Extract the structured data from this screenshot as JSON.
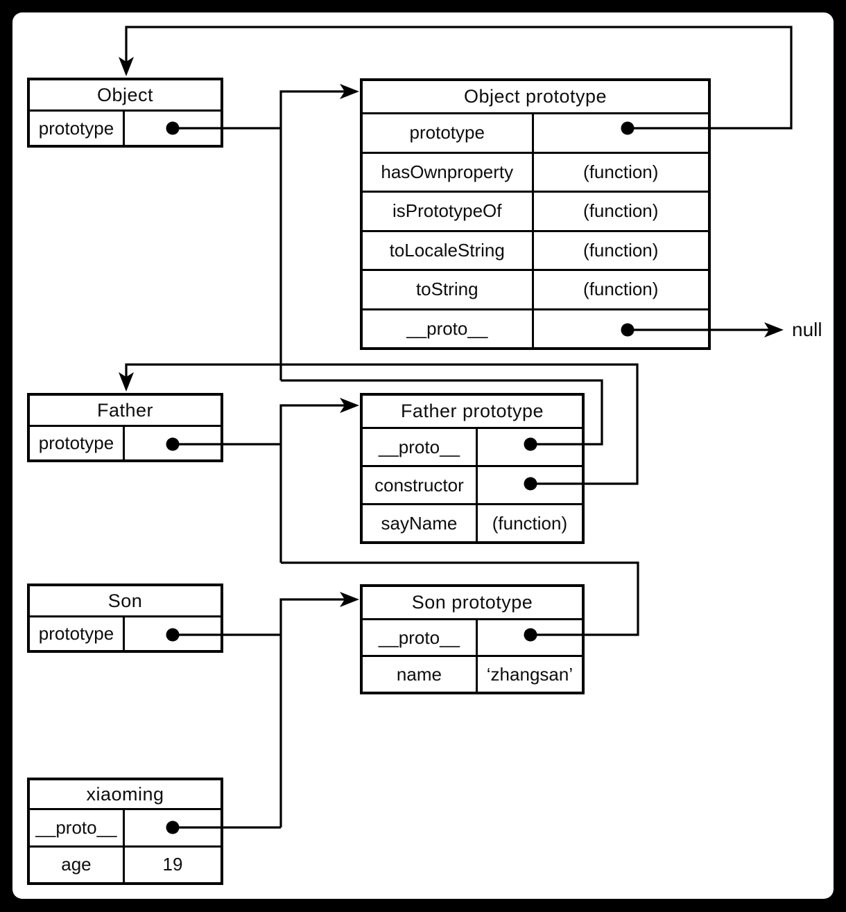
{
  "colors": {
    "background": "#000000",
    "panel": "#ffffff",
    "line": "#000000"
  },
  "null_label": "null",
  "boxes": {
    "object": {
      "title": "Object",
      "rows": [
        {
          "key": "prototype",
          "value": ""
        }
      ]
    },
    "object_prototype": {
      "title": "Object prototype",
      "rows": [
        {
          "key": "prototype",
          "value": ""
        },
        {
          "key": "hasOwnproperty",
          "value": "(function)"
        },
        {
          "key": "isPrototypeOf",
          "value": "(function)"
        },
        {
          "key": "toLocaleString",
          "value": "(function)"
        },
        {
          "key": "toString",
          "value": "(function)"
        },
        {
          "key": "__proto__",
          "value": ""
        }
      ]
    },
    "father": {
      "title": "Father",
      "rows": [
        {
          "key": "prototype",
          "value": ""
        }
      ]
    },
    "father_prototype": {
      "title": "Father prototype",
      "rows": [
        {
          "key": "__proto__",
          "value": ""
        },
        {
          "key": "constructor",
          "value": ""
        },
        {
          "key": "sayName",
          "value": "(function)"
        }
      ]
    },
    "son": {
      "title": "Son",
      "rows": [
        {
          "key": "prototype",
          "value": ""
        }
      ]
    },
    "son_prototype": {
      "title": "Son prototype",
      "rows": [
        {
          "key": "__proto__",
          "value": ""
        },
        {
          "key": "name",
          "value": "‘zhangsan’"
        }
      ]
    },
    "xiaoming": {
      "title": "xiaoming",
      "rows": [
        {
          "key": "__proto__",
          "value": ""
        },
        {
          "key": "age",
          "value": "19"
        }
      ]
    }
  },
  "links": [
    {
      "from": "Object.prototype",
      "to": "Object prototype"
    },
    {
      "from": "Object prototype.prototype",
      "to": "Object"
    },
    {
      "from": "Object prototype.__proto__",
      "to": "null"
    },
    {
      "from": "Father.prototype",
      "to": "Father prototype"
    },
    {
      "from": "Father prototype.__proto__",
      "to": "Object prototype"
    },
    {
      "from": "Father prototype.constructor",
      "to": "Father"
    },
    {
      "from": "Son.prototype",
      "to": "Son prototype"
    },
    {
      "from": "Son prototype.__proto__",
      "to": "Father prototype"
    },
    {
      "from": "xiaoming.__proto__",
      "to": "Son prototype"
    }
  ]
}
